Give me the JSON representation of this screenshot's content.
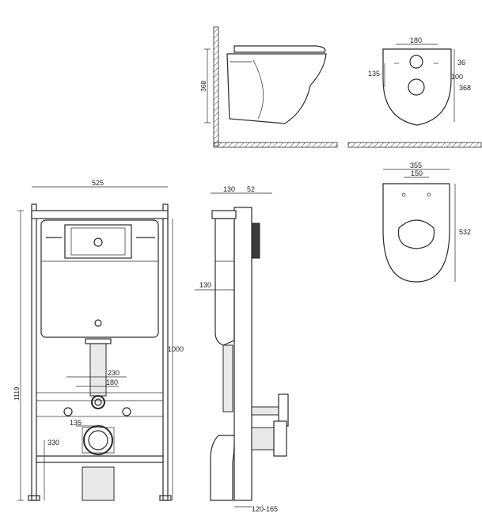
{
  "dimensions": {
    "side_height": "368",
    "top_width": "180",
    "top_offset": "36",
    "top_depth": "368",
    "top_left": "135",
    "top_right": "100",
    "bowl_width": "355",
    "bowl_holes": "150",
    "bowl_length": "532",
    "frame_width": "525",
    "frame_height": "1119",
    "frame_inner_height": "1000",
    "frame_230": "230",
    "frame_180": "180",
    "frame_135": "135",
    "frame_330": "330",
    "side_130_top": "130",
    "side_52": "52",
    "side_130_mid": "130",
    "side_range": "120-165"
  }
}
